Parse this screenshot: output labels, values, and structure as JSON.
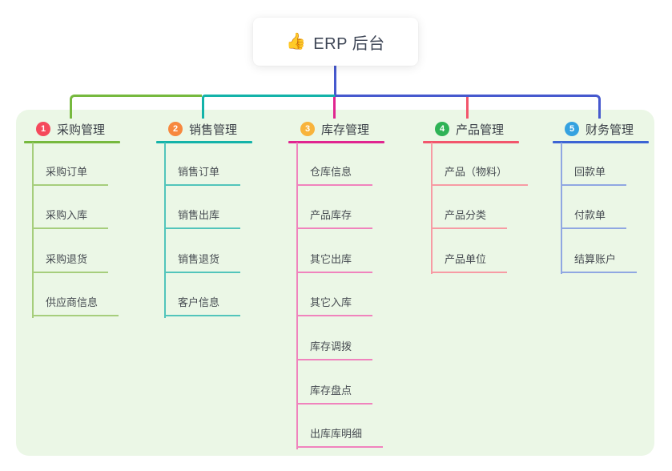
{
  "root": {
    "icon": "👍",
    "title": "ERP 后台"
  },
  "connectors": {
    "stem": "#4659ce",
    "bus_left": "#76b93e",
    "bus_mid": "#13b3a9",
    "bus_right": "#4659ce",
    "drop_inventory": "#e02590",
    "drop_product": "#f2566c"
  },
  "panel": {
    "background": "#ebf7e6"
  },
  "branches": [
    {
      "badge": "1",
      "label": "采购管理",
      "colors": {
        "line": "#76b93e",
        "subline": "#a6ce7c",
        "badge": "#f5495c"
      },
      "items": [
        "采购订单",
        "采购入库",
        "采购退货",
        "供应商信息"
      ]
    },
    {
      "badge": "2",
      "label": "销售管理",
      "colors": {
        "line": "#13b3a9",
        "subline": "#52c5bb",
        "badge": "#f7883e"
      },
      "items": [
        "销售订单",
        "销售出库",
        "销售退货",
        "客户信息"
      ]
    },
    {
      "badge": "3",
      "label": "库存管理",
      "colors": {
        "line": "#e02590",
        "subline": "#f083bd",
        "badge": "#f8b33c"
      },
      "items": [
        "仓库信息",
        "产品库存",
        "其它出库",
        "其它入库",
        "库存调拨",
        "库存盘点",
        "出库库明细"
      ]
    },
    {
      "badge": "4",
      "label": "产品管理",
      "colors": {
        "line": "#f2566c",
        "subline": "#f79ba4",
        "badge": "#2fb356"
      },
      "items": [
        "产品（物料）",
        "产品分类",
        "产品单位"
      ]
    },
    {
      "badge": "5",
      "label": "财务管理",
      "colors": {
        "line": "#3c64d4",
        "subline": "#90a7e2",
        "badge": "#35a2e0"
      },
      "items": [
        "回款单",
        "付款单",
        "结算账户"
      ]
    }
  ]
}
